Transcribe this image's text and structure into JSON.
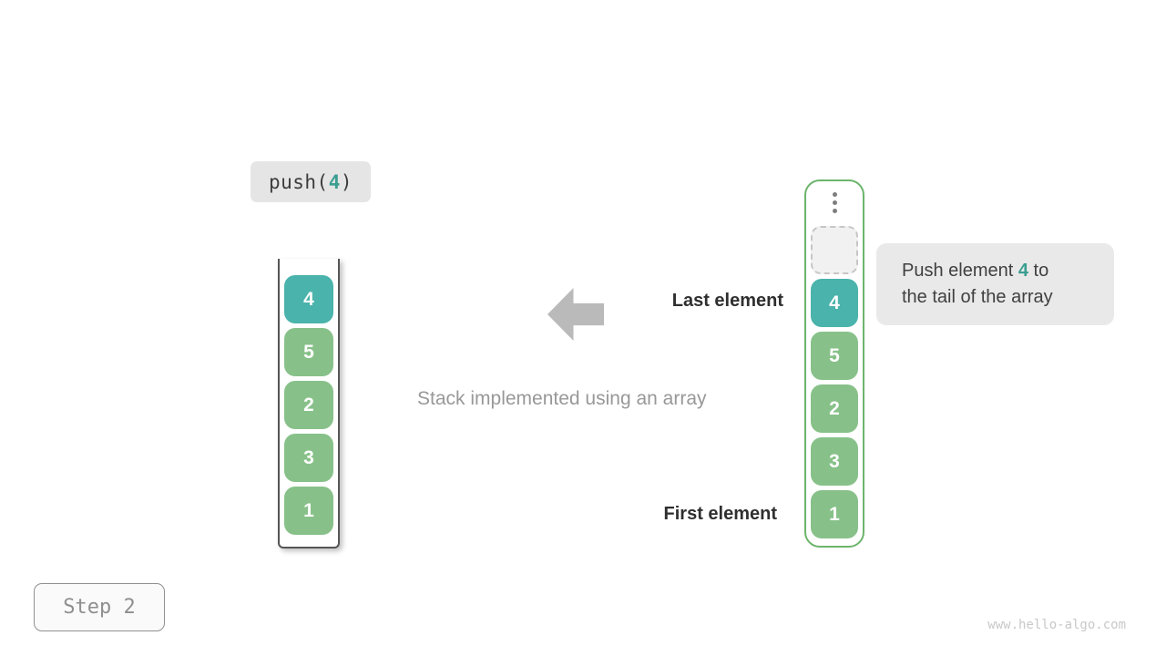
{
  "operation": {
    "prefix": "push(",
    "arg": "4",
    "suffix": ")"
  },
  "annotations": {
    "last_element": "Last element",
    "first_element": "First element",
    "caption": "Stack implemented using an array"
  },
  "callout": {
    "line1_before": "Push element ",
    "line1_highlight": "4",
    "line1_after": " to",
    "line2": "the tail of the array"
  },
  "left_stack": {
    "cells": [
      {
        "value": "4",
        "type": "highlight"
      },
      {
        "value": "5",
        "type": "normal"
      },
      {
        "value": "2",
        "type": "normal"
      },
      {
        "value": "3",
        "type": "normal"
      },
      {
        "value": "1",
        "type": "normal"
      }
    ]
  },
  "right_stack": {
    "ellipsis_icon": "vertical-dots",
    "has_empty_slot": true,
    "cells": [
      {
        "value": "4",
        "type": "highlight"
      },
      {
        "value": "5",
        "type": "normal"
      },
      {
        "value": "2",
        "type": "normal"
      },
      {
        "value": "3",
        "type": "normal"
      },
      {
        "value": "1",
        "type": "normal"
      }
    ]
  },
  "step_label": "Step 2",
  "watermark": "www.hello-algo.com",
  "colors": {
    "highlight_cell": "#4ab3ab",
    "normal_cell": "#87c189",
    "frame_border": "#6cb56c",
    "arrow": "#bababa",
    "accent_text": "#3a9e91"
  }
}
